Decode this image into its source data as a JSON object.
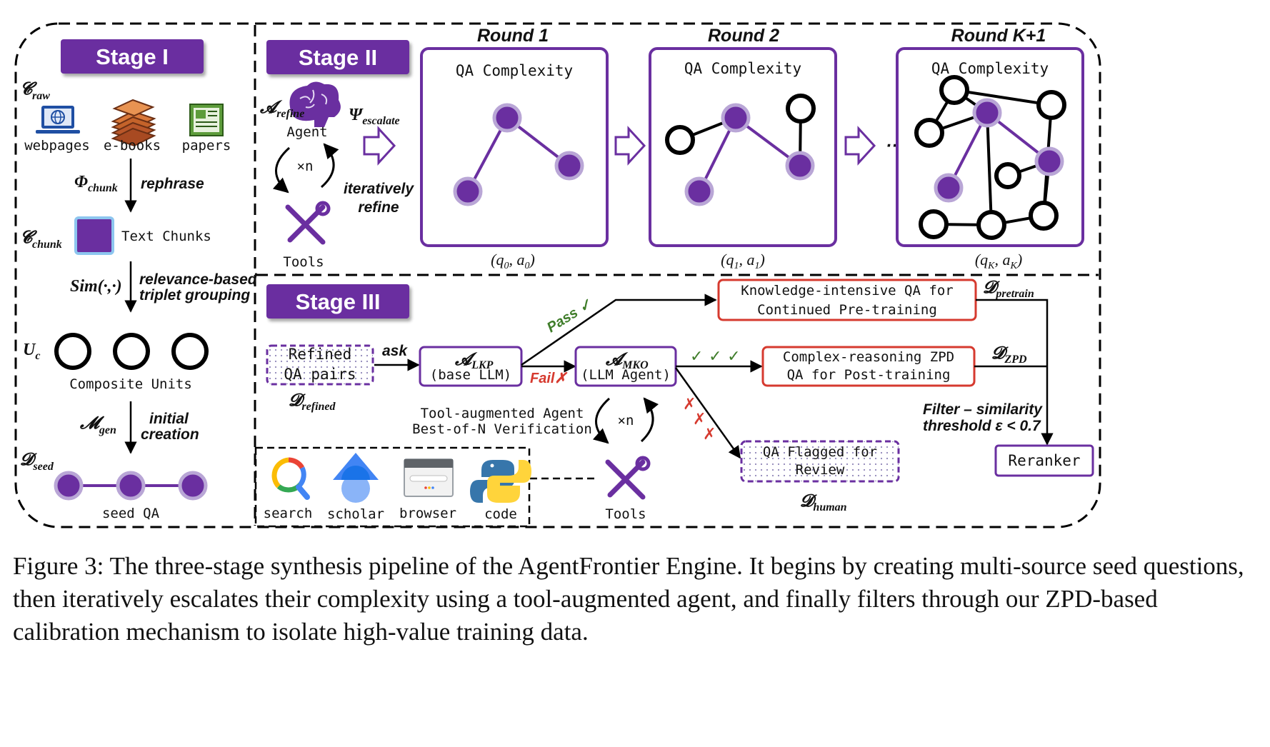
{
  "colors": {
    "purple": "#6a2fa0",
    "purple_light": "#b9a6d6",
    "red": "#d63a2f",
    "green": "#3f7d2a",
    "black": "#000000"
  },
  "stage1": {
    "title": "Stage I",
    "c_raw": "𝓒",
    "c_raw_sub": "raw",
    "sources": [
      {
        "icon": "laptop-globe-icon",
        "label": "webpages"
      },
      {
        "icon": "books-icon",
        "label": "e-books"
      },
      {
        "icon": "newspaper-icon",
        "label": "papers"
      }
    ],
    "phi": "Φ",
    "phi_sub": "chunk",
    "rephrase": "rephrase",
    "c_chunk": "𝓒",
    "c_chunk_sub": "chunk",
    "text_chunks": "Text Chunks",
    "sim": "Sim(·,·)",
    "grouping_line1": "relevance-based",
    "grouping_line2": "triplet grouping",
    "u_c": "U",
    "u_c_sub": "c",
    "composite_units": "Composite Units",
    "m_gen": "𝓜",
    "m_gen_sub": "gen",
    "creation_line1": "initial",
    "creation_line2": "creation",
    "d_seed": "𝓓",
    "d_seed_sub": "seed",
    "seed_qa": "seed QA"
  },
  "stage2": {
    "title": "Stage II",
    "a_refine": "𝓐",
    "a_refine_sub": "refine",
    "agent": "Agent",
    "xn": "×n",
    "tools": "Tools",
    "psi": "Ψ",
    "psi_sub": "escalate",
    "refine_line1": "iteratively",
    "refine_line2": "refine",
    "ellipsis": "···",
    "rounds": [
      {
        "title": "Round 1",
        "box_label": "QA Complexity",
        "q": "q",
        "a": "a",
        "sub": "0"
      },
      {
        "title": "Round 2",
        "box_label": "QA Complexity",
        "q": "q",
        "a": "a",
        "sub": "1"
      },
      {
        "title": "Round K+1",
        "box_label": "QA Complexity",
        "q": "q",
        "a": "a",
        "sub": "K"
      }
    ]
  },
  "stage3": {
    "title": "Stage III",
    "refined_line1": "Refined",
    "refined_line2": "QA pairs",
    "d_refined": "𝓓",
    "d_refined_sub": "refined",
    "ask": "ask",
    "a_lkp": "𝓐",
    "a_lkp_sub": "LKP",
    "base_llm": "(base LLM)",
    "pass": "Pass ✓",
    "fail": "Fail✗",
    "a_mko": "𝓐",
    "a_mko_sub": "MKO",
    "llm_agent": "(LLM Agent)",
    "checks": "✓ ✓ ✓",
    "crosses": [
      "✗",
      "✗",
      "✗"
    ],
    "verif_line1": "Tool-augmented Agent",
    "verif_line2": "Best-of-N Verification",
    "xn": "×n",
    "tools": "Tools",
    "knowledge_line1": "Knowledge-intensive QA for",
    "knowledge_line2": "Continued Pre-training",
    "d_pretrain": "𝓓",
    "d_pretrain_sub": "pretrain",
    "zpd_line1": "Complex-reasoning ZPD",
    "zpd_line2": "QA for Post-training",
    "d_zpd": "𝓓",
    "d_zpd_sub": "ZPD",
    "flagged_line1": "QA Flagged for",
    "flagged_line2": "Review",
    "d_human": "𝓓",
    "d_human_sub": "human",
    "filter_line1": "Filter – similarity",
    "filter_line2": "threshold ε < 0.7",
    "reranker": "Reranker",
    "toolbox": [
      {
        "icon": "google-search-icon",
        "label": "search"
      },
      {
        "icon": "scholar-cap-icon",
        "label": "scholar"
      },
      {
        "icon": "browser-window-icon",
        "label": "browser"
      },
      {
        "icon": "python-logo-icon",
        "label": "code"
      }
    ]
  },
  "caption": "Figure 3: The three-stage synthesis pipeline of the AgentFrontier Engine. It begins by creating multi-source seed questions, then iteratively escalates their complexity using a tool-augmented agent, and finally filters through our ZPD-based calibration mechanism to isolate high-value training data."
}
